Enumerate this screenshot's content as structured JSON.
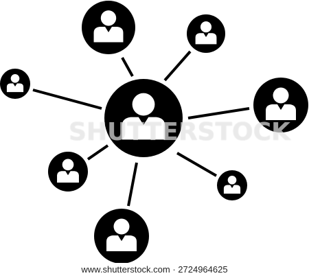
{
  "diagram": {
    "type": "network-hub",
    "colors": {
      "node": "#000000",
      "person": "#ffffff",
      "line": "#000000",
      "background": "#ffffff"
    },
    "nodes": [
      {
        "id": "center",
        "icon": "person-icon"
      },
      {
        "id": "top",
        "icon": "person-icon"
      },
      {
        "id": "top-right",
        "icon": "person-icon"
      },
      {
        "id": "left",
        "icon": "person-icon"
      },
      {
        "id": "right",
        "icon": "person-icon"
      },
      {
        "id": "lower-left",
        "icon": "person-icon"
      },
      {
        "id": "lower-right",
        "icon": "person-icon"
      },
      {
        "id": "bottom",
        "icon": "person-icon"
      }
    ],
    "edges": [
      [
        "center",
        "top"
      ],
      [
        "center",
        "top-right"
      ],
      [
        "center",
        "left"
      ],
      [
        "center",
        "right"
      ],
      [
        "center",
        "lower-left"
      ],
      [
        "center",
        "lower-right"
      ],
      [
        "center",
        "bottom"
      ]
    ]
  },
  "watermark": {
    "text": "SHUTTERSTOCK"
  },
  "footer": {
    "text": "www.shutterstock.com · 2724964625"
  }
}
